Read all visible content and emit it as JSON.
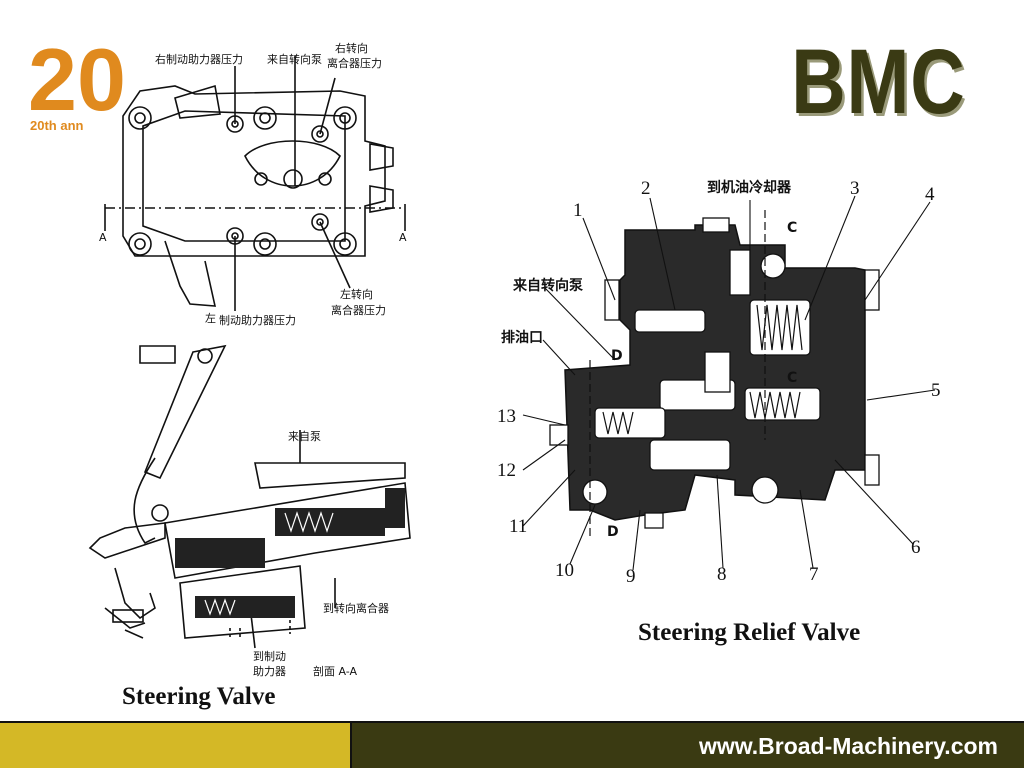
{
  "logo": {
    "big_text": "20",
    "small_text": "20th ann"
  },
  "brand": "BMC",
  "steering_valve": {
    "caption": "Steering Valve",
    "labels": {
      "right_brake": "右制动助力器压力",
      "from_pump": "来自转向泵",
      "right_clutch_1": "右转向",
      "right_clutch_2": "离合器压力",
      "left_clutch_1": "左转向",
      "left_clutch_2": "离合器压力",
      "left_brake_a": "左",
      "left_brake_b": "制动助力器压力",
      "section_mark": "A",
      "from_pump_short": "来自泵",
      "to_clutch": "到转向离合器",
      "to_brake_1": "到制动",
      "to_brake_2": "助力器",
      "section": "剖面 A-A"
    }
  },
  "relief_valve": {
    "caption": "Steering Relief Valve",
    "labels": {
      "to_cooler": "到机油冷却器",
      "from_pump": "来自转向泵",
      "drain": "排油口",
      "c": "C",
      "d": "D"
    },
    "numbers": [
      "1",
      "2",
      "3",
      "4",
      "5",
      "6",
      "7",
      "8",
      "9",
      "10",
      "11",
      "12",
      "13"
    ]
  },
  "footer": {
    "url": "www.Broad-Machinery.com"
  },
  "colors": {
    "footer_yellow": "#d4b826",
    "footer_dark": "#3a3a12",
    "brand": "#3a3a14",
    "logo_orange": "#e08a1e"
  }
}
